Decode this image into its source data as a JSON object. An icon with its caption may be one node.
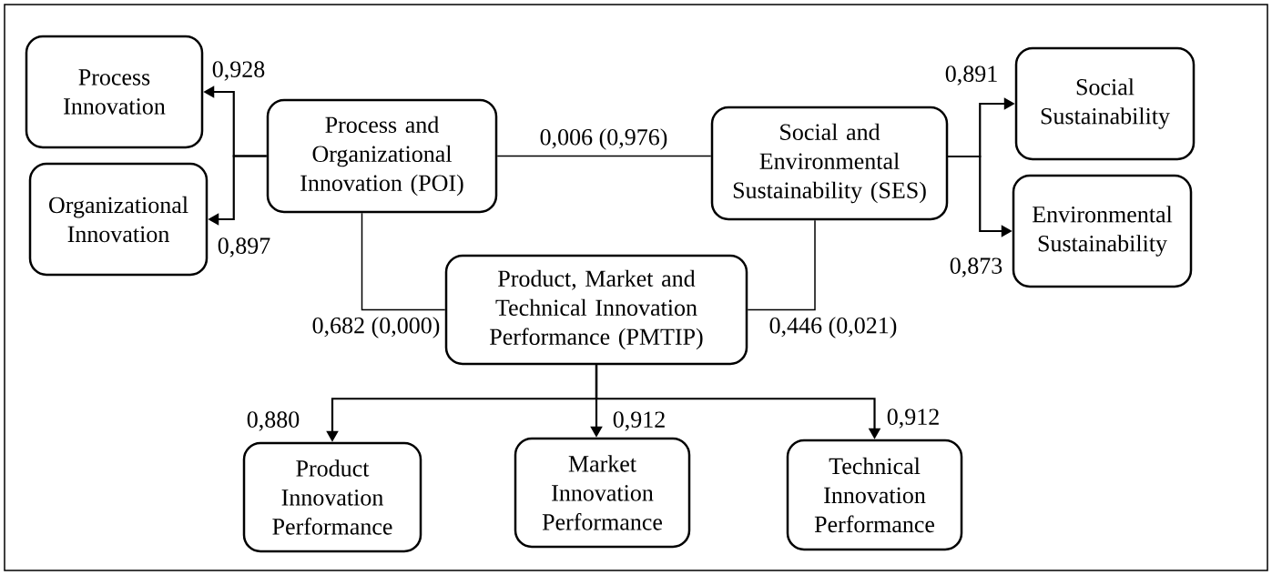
{
  "diagram": {
    "nodes": [
      {
        "text": [
          "Process Innovation"
        ]
      },
      {
        "text": [
          "Organizational Innovation"
        ]
      },
      {
        "text": [
          "Process and Organizational Innovation (POI)"
        ]
      },
      {
        "text": [
          "Social and Environmental Sustainability (SES)"
        ]
      },
      {
        "text": [
          "Social Sustainability"
        ]
      },
      {
        "text": [
          "Environmental Sustainability"
        ]
      },
      {
        "text": [
          "Product, Market and Technical Innovation Performance (PMTIP)"
        ]
      },
      {
        "text": [
          "Product Innovation Performance"
        ]
      },
      {
        "text": [
          "Market Innovation Performance"
        ]
      },
      {
        "text": [
          "Technical Innovation Performance"
        ]
      }
    ],
    "edges": [
      {
        "from": 2,
        "to": 0,
        "arrow": "to",
        "label": "0,928"
      },
      {
        "from": 2,
        "to": 1,
        "arrow": "to",
        "label": "0,897"
      },
      {
        "from": 2,
        "to": 3,
        "arrow": "none",
        "label": "0,006 (0,976)"
      },
      {
        "from": 2,
        "to": 6,
        "arrow": "none",
        "label": "0,682 (0,000)"
      },
      {
        "from": 3,
        "to": 6,
        "arrow": "none",
        "label": "0,446 (0,021)"
      },
      {
        "from": 3,
        "to": 4,
        "arrow": "to",
        "label": "0,891"
      },
      {
        "from": 3,
        "to": 5,
        "arrow": "to",
        "label": "0,873"
      },
      {
        "from": 6,
        "to": 7,
        "arrow": "to",
        "label": "0,880"
      },
      {
        "from": 6,
        "to": 8,
        "arrow": "to",
        "label": "0,912"
      },
      {
        "from": 6,
        "to": 9,
        "arrow": "to",
        "label": "0,912"
      }
    ]
  }
}
